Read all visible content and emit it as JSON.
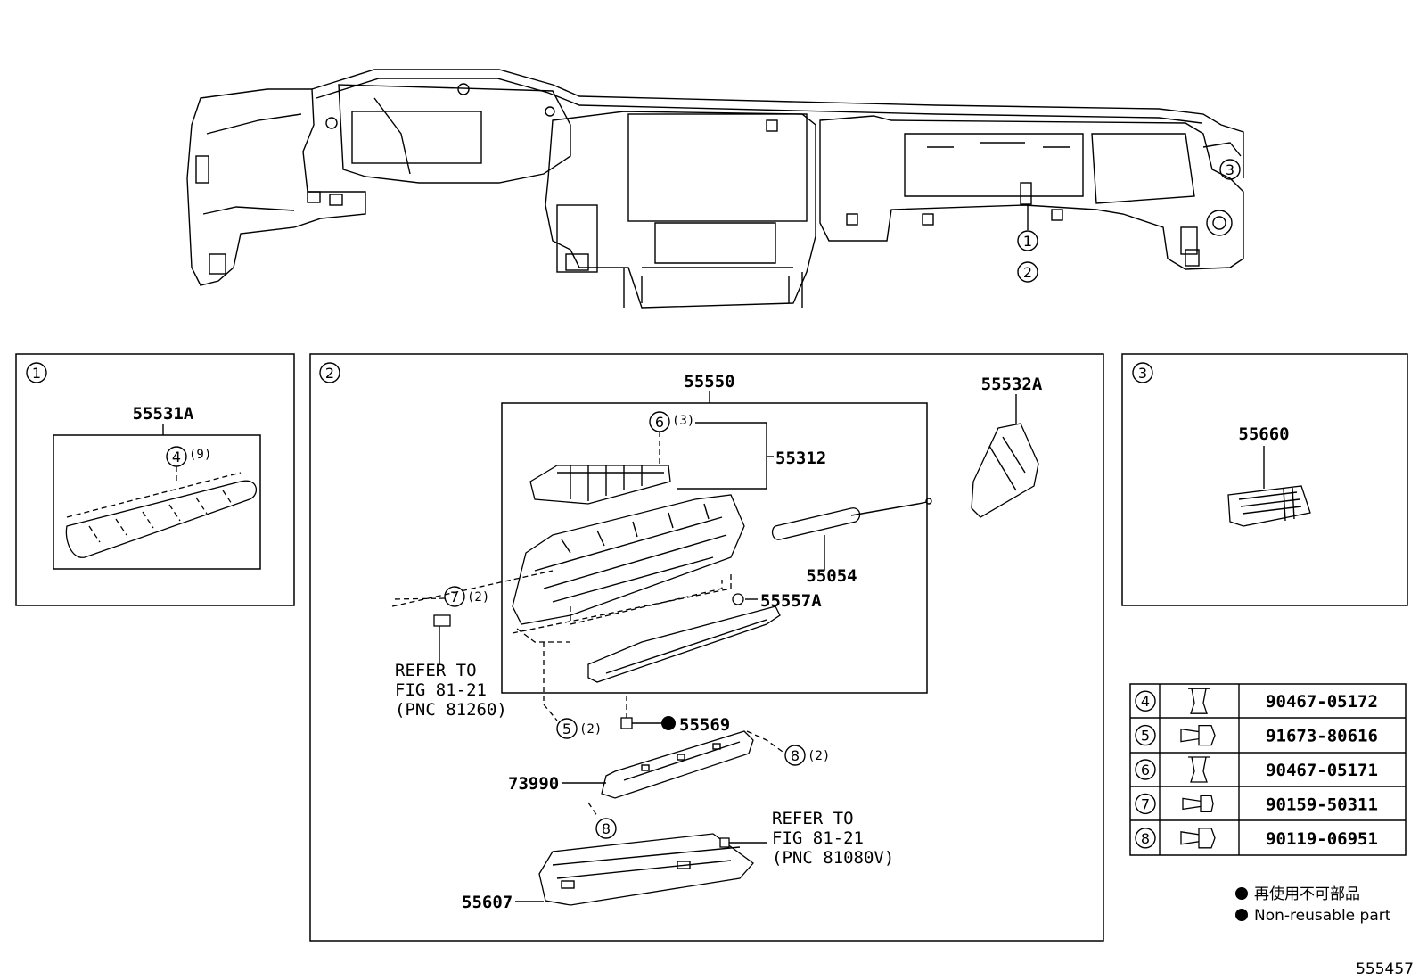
{
  "callouts": {
    "c1": "1",
    "c2": "2",
    "c3": "3",
    "c4": "4",
    "c5": "5",
    "c6": "6",
    "c7": "7",
    "c8": "8"
  },
  "parts": {
    "p55531A": "55531A",
    "qty4": "(9)",
    "p55550": "55550",
    "p55312": "55312",
    "qty6": "(3)",
    "p55532A": "55532A",
    "p55054": "55054",
    "p55557A": "55557A",
    "qty7": "(2)",
    "qty5": "(2)",
    "p55569": "55569",
    "qty8": "(2)",
    "p73990": "73990",
    "p55607": "55607",
    "p55660": "55660"
  },
  "refer1": [
    "REFER TO",
    "FIG 81-21",
    "(PNC 81260)"
  ],
  "refer2": [
    "REFER TO",
    "FIG 81-21",
    "(PNC 81080V)"
  ],
  "fastener_table": [
    {
      "no": "4",
      "icon": "clip-icon",
      "part": "90467-05172"
    },
    {
      "no": "5",
      "icon": "bolt-icon",
      "part": "91673-80616"
    },
    {
      "no": "6",
      "icon": "clip-icon",
      "part": "90467-05171"
    },
    {
      "no": "7",
      "icon": "screw-icon",
      "part": "90159-50311"
    },
    {
      "no": "8",
      "icon": "bolt-icon",
      "part": "90119-06951"
    }
  ],
  "legend": {
    "jp": "再使用不可部品",
    "en": "Non-reusable part"
  },
  "diagram_id": "555457"
}
